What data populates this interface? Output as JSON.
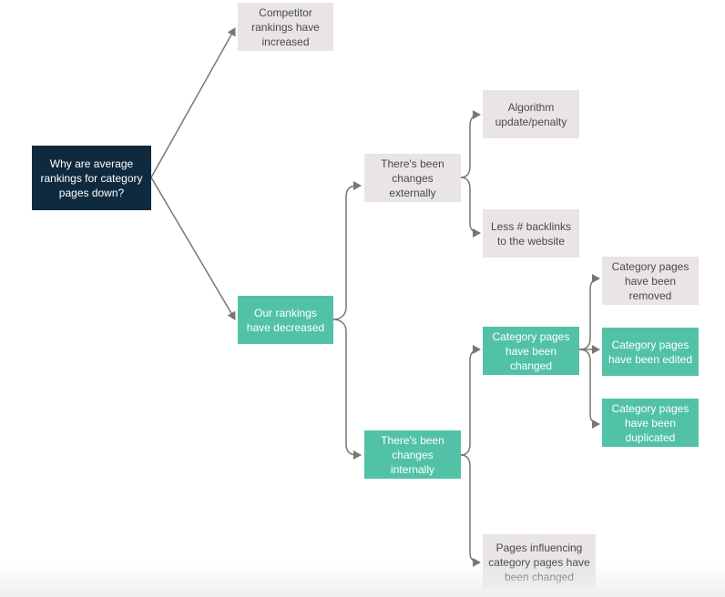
{
  "colors": {
    "root_fill": "#0f2a3e",
    "neutral_fill": "#e8e4e8",
    "highlight_fill": "#52c2a6",
    "connector": "#777777"
  },
  "nodes": {
    "root": "Why are average\nrankings for category\npages down?",
    "competitor": "Competitor\nrankings have\nincreased",
    "our_rankings": "Our rankings\nhave decreased",
    "external": "There's been\nchanges\nexternally",
    "internal": "There's been\nchanges\ninternally",
    "algorithm": "Algorithm\nupdate/penalty",
    "backlinks": "Less # backlinks\nto the website",
    "cat_changed": "Category pages\nhave been\nchanged",
    "influencing": "Pages influencing\ncategory pages have\nbeen changed",
    "removed": "Category pages\nhave been\nremoved",
    "edited": "Category pages\nhave been edited",
    "duplicated": "Category pages\nhave been\nduplicated"
  }
}
